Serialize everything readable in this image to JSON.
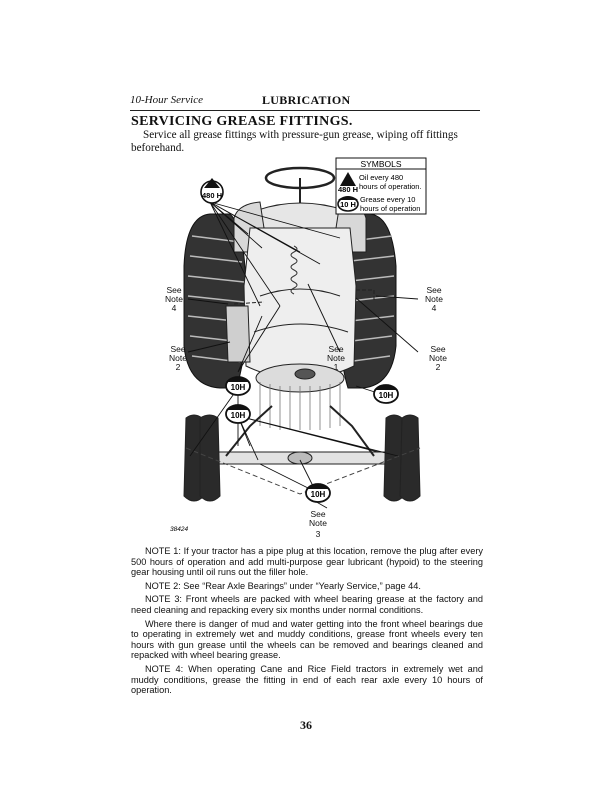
{
  "header": {
    "section": "10-Hour Service",
    "chapter": "LUBRICATION"
  },
  "title": "SERVICING GREASE FITTINGS.",
  "intro": "Service all grease fittings with pressure-gun grease, wiping off fittings beforehand.",
  "symbols": {
    "heading": "SYMBOLS",
    "oil_symbol": "480 H",
    "oil_line1": "Oil every 480",
    "oil_line2": "hours of operation.",
    "grease_symbol": "10 H",
    "grease_line1": "Grease every 10",
    "grease_line2": "hours of operation"
  },
  "callouts": {
    "oil": "480 H",
    "grease": "10H",
    "see": "See",
    "note": "Note",
    "n1": "1",
    "n2": "2",
    "n3": "3",
    "n4": "4"
  },
  "figure_number": "38424",
  "notes": [
    {
      "label": "NOTE 1:",
      "text": " If your tractor has a pipe plug at this location, remove the plug after every 500 hours of operation and add multi-purpose gear lubricant (hypoid) to the steering gear housing until oil runs out the filler hole."
    },
    {
      "label": "NOTE 2:",
      "text": " See “Rear Axle Bearings” under “Yearly Service,” page 44."
    },
    {
      "label": "NOTE 3:",
      "text": " Front wheels are packed with wheel bearing grease at the factory and need cleaning and repacking every six months under normal conditions."
    },
    {
      "label": "",
      "text": "Where there is danger of mud and water getting into the front wheel bearings due to operating in extremely wet and muddy conditions, grease front wheels every ten hours with gun grease until the wheels can be removed and bearings cleaned and repacked with wheel bearing grease."
    },
    {
      "label": "NOTE 4:",
      "text": " When operating Cane and Rice Field tractors in extremely wet and muddy conditions, grease the fitting in end of each rear axle every 10 hours of operation."
    }
  ],
  "page_number": "36"
}
